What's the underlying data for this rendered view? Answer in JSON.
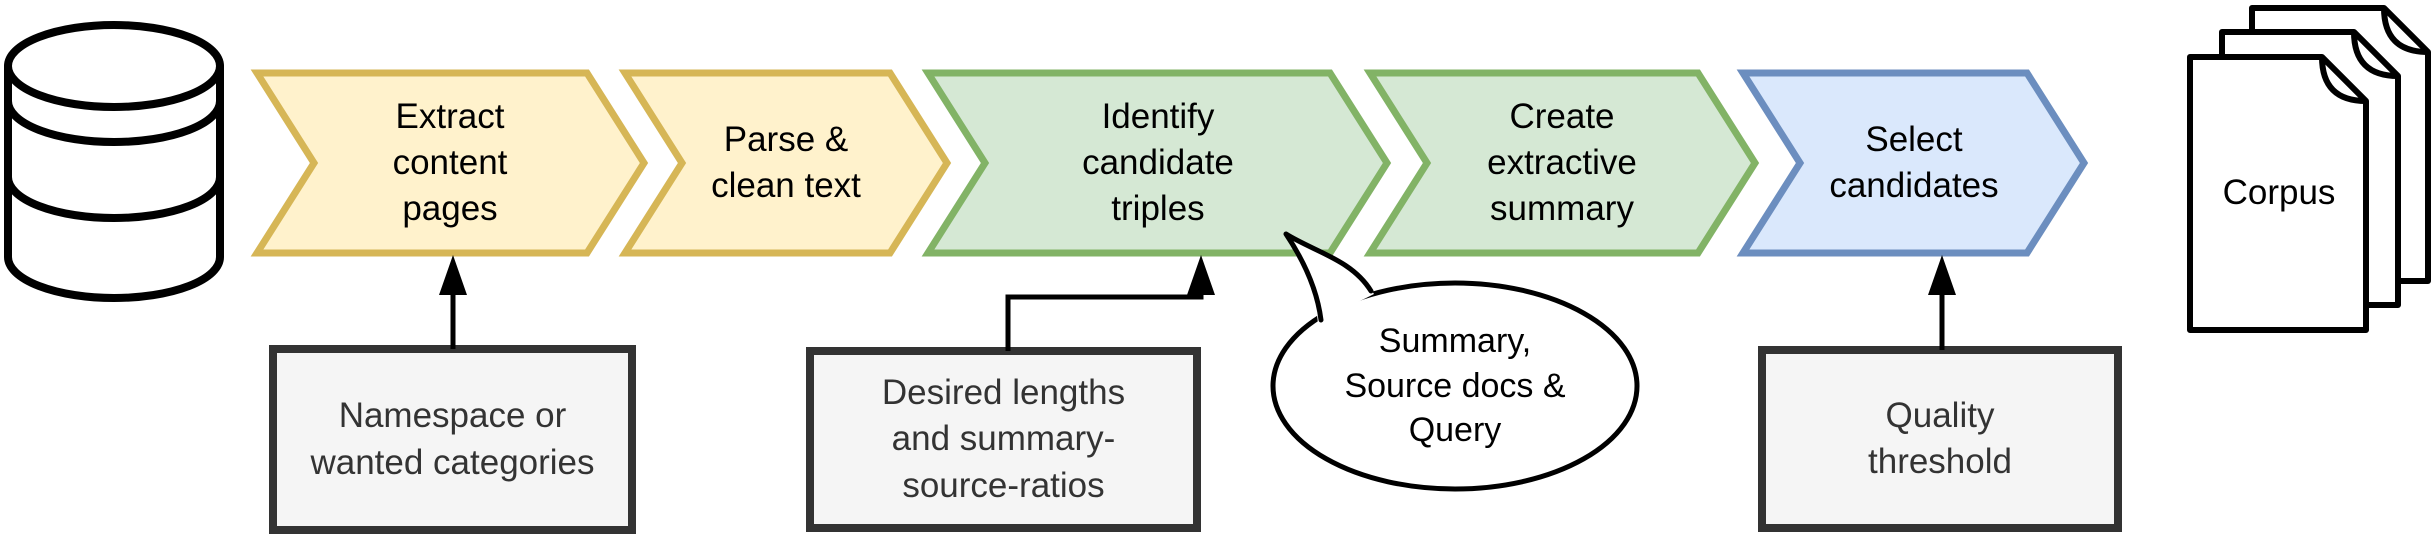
{
  "diagram": {
    "type": "process-pipeline-flowchart",
    "colors": {
      "background": "#ffffff",
      "yellow_fill": "#FFF2CC",
      "yellow_stroke": "#D6B656",
      "green_fill": "#D5E8D4",
      "green_stroke": "#82B366",
      "blue_fill": "#DAE8FC",
      "blue_stroke": "#6C8EBF",
      "box_fill": "#F5F5F5",
      "box_stroke": "#333333",
      "line_color": "#000000",
      "shape_fill": "#FFFFFF",
      "step_text": "#000000",
      "box_text": "#333333"
    },
    "icons": {
      "source": "database-cylinder-icon",
      "output": "document-stack-icon"
    },
    "steps": [
      {
        "label": "Extract\ncontent\npages",
        "color": "yellow"
      },
      {
        "label": "Parse &\nclean text",
        "color": "yellow"
      },
      {
        "label": "Identify\ncandidate\ntriples",
        "color": "green"
      },
      {
        "label": "Create\nextractive\nsummary",
        "color": "green"
      },
      {
        "label": "Select\ncandidates",
        "color": "blue"
      }
    ],
    "parameters": [
      {
        "label": "Namespace or\nwanted categories",
        "target": "Extract content pages"
      },
      {
        "label": "Desired lengths\nand summary-\nsource-ratios",
        "target": "Identify candidate triples"
      },
      {
        "label": "Quality\nthreshold",
        "target": "Select candidates"
      }
    ],
    "callout": {
      "label": "Summary,\nSource docs &\nQuery",
      "target": "Identify candidate triples"
    },
    "output": {
      "label": "Corpus"
    }
  }
}
